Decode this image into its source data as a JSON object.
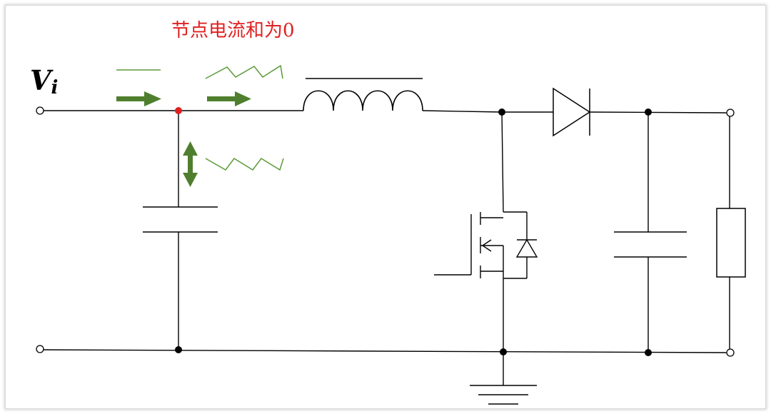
{
  "title": "节点电流和为0",
  "input_label": {
    "main": "V",
    "sub": "i"
  },
  "colors": {
    "wire": "#000000",
    "title": "#e02020",
    "node_highlight": "#e02020",
    "arrow": "#4f7f2e",
    "waveform": "#5c9a3a"
  },
  "icons": {
    "arrow_right": "arrow-right-icon",
    "arrow_updown": "double-arrow-icon",
    "waveform": "sawtooth-icon"
  }
}
